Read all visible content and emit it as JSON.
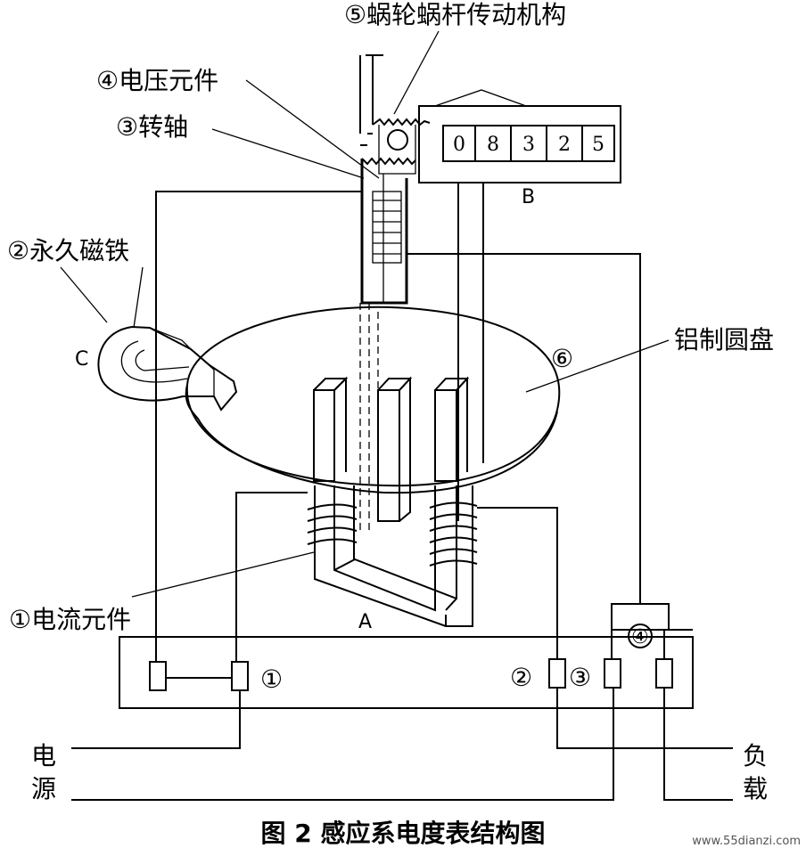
{
  "labels": {
    "worm_gear": "⑤蜗轮蜗杆传动机构",
    "voltage_element": "④电压元件",
    "shaft": "③转轴",
    "permanent_magnet": "②永久磁铁",
    "aluminum_disk": "铝制圆盘",
    "disk_number": "⑥",
    "current_element": "①电流元件",
    "letter_a": "A",
    "letter_b": "B",
    "letter_c": "C"
  },
  "counter_digits": [
    "0",
    "8",
    "3",
    "2",
    "5"
  ],
  "terminals": {
    "t1": "①",
    "t2": "②",
    "t3": "③",
    "t4": "④"
  },
  "side_labels": {
    "source_1": "电",
    "source_2": "源",
    "load_1": "负",
    "load_2": "载"
  },
  "caption": "图 2  感应系电度表结构图",
  "watermark": "www.55dianzi.com"
}
